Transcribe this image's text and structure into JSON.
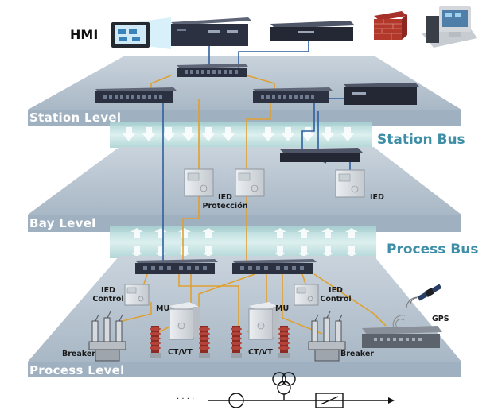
{
  "levels": {
    "station": "Station Level",
    "bay": "Bay Level",
    "process": "Process Level"
  },
  "buses": {
    "station": "Station Bus",
    "process": "Process Bus"
  },
  "labels": {
    "hmi": "HMI",
    "ied_proteccion_1": "IED",
    "ied_proteccion_2": "Protección",
    "ied_bay_right": "IED",
    "ied_control_left_1": "IED",
    "ied_control_left_2": "Control",
    "ied_control_right_1": "IED",
    "ied_control_right_2": "Control",
    "mu_left": "MU",
    "mu_right": "MU",
    "ctvt_left": "CT/VT",
    "ctvt_right": "CT/VT",
    "breaker_left": "Breaker",
    "breaker_right": "Breaker",
    "gps": "GPS",
    "dots": "· · · ·"
  },
  "colors": {
    "plane": "#b4c2cf",
    "plane_edge": "#8d9db0",
    "bus_band": "#b9dcdc",
    "fiber_blue": "#2f5f9e",
    "fiber_orange": "#e0a030",
    "device_dark": "#2b3140",
    "device_port": "#6d7a90",
    "firewall": "#b3382c"
  }
}
